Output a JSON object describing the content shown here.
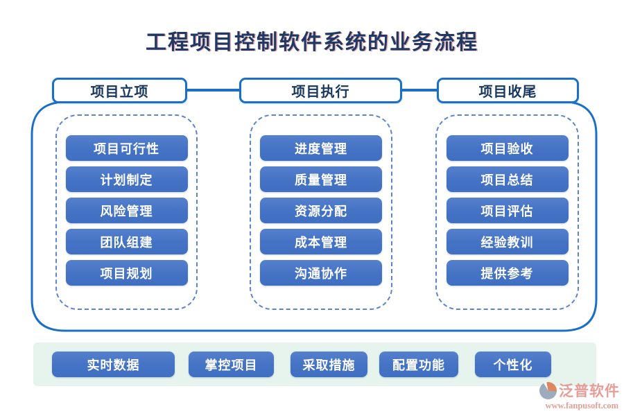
{
  "title": "工程项目控制软件系统的业务流程",
  "colors": {
    "outline_blue": "#1b6fc6",
    "node_blue": "#4472c4",
    "title_navy": "#203864",
    "dashed_blue": "#5b84cd",
    "band_green": "#e7f4ee",
    "logo_salmon": "#e4938c"
  },
  "stages": [
    {
      "header": "项目立项",
      "items": [
        "项目可行性",
        "计划制定",
        "风险管理",
        "团队组建",
        "项目规划"
      ]
    },
    {
      "header": "项目执行",
      "items": [
        "进度管理",
        "质量管理",
        "资源分配",
        "成本管理",
        "沟通协作"
      ]
    },
    {
      "header": "项目收尾",
      "items": [
        "项目验收",
        "项目总结",
        "项目评估",
        "经验教训",
        "提供参考"
      ]
    }
  ],
  "footer": {
    "items": [
      "实时数据",
      "掌控项目",
      "采取措施",
      "配置功能",
      "个性化"
    ]
  },
  "logo": {
    "name": "泛普软件",
    "url": "www.fanpusoft.com"
  }
}
